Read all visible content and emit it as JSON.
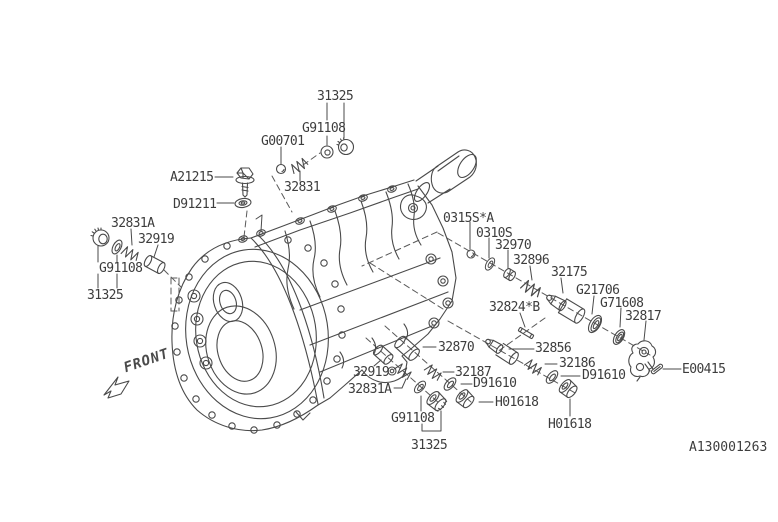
{
  "diagram": {
    "title_semantic": "transmission-case-parts-diagram",
    "drawing_code": "A130001263",
    "front_label": "FRONT",
    "labels": {
      "l31325_top": "31325",
      "g91108_top": "G91108",
      "g00701": "G00701",
      "a21215": "A21215",
      "p32831": "32831",
      "d91211": "D91211",
      "p32831a_left": "32831A",
      "p32919_left": "32919",
      "g91108_left": "G91108",
      "l31325_left": "31325",
      "s0315sa": "0315S*A",
      "s0310s": "0310S",
      "p32970": "32970",
      "p32896": "32896",
      "p32175": "32175",
      "g21706": "G21706",
      "g71608": "G71608",
      "p32817": "32817",
      "p32824b": "32824*B",
      "p32870": "32870",
      "p32856": "32856",
      "p32186": "32186",
      "d91610_right": "D91610",
      "e00415": "E00415",
      "p32187": "32187",
      "d91610_mid": "D91610",
      "p32919_bot": "32919",
      "p32831a_bot": "32831A",
      "h01618_mid": "H01618",
      "g91108_bot": "G91108",
      "l31325_bot": "31325",
      "h01618_right": "H01618"
    }
  }
}
